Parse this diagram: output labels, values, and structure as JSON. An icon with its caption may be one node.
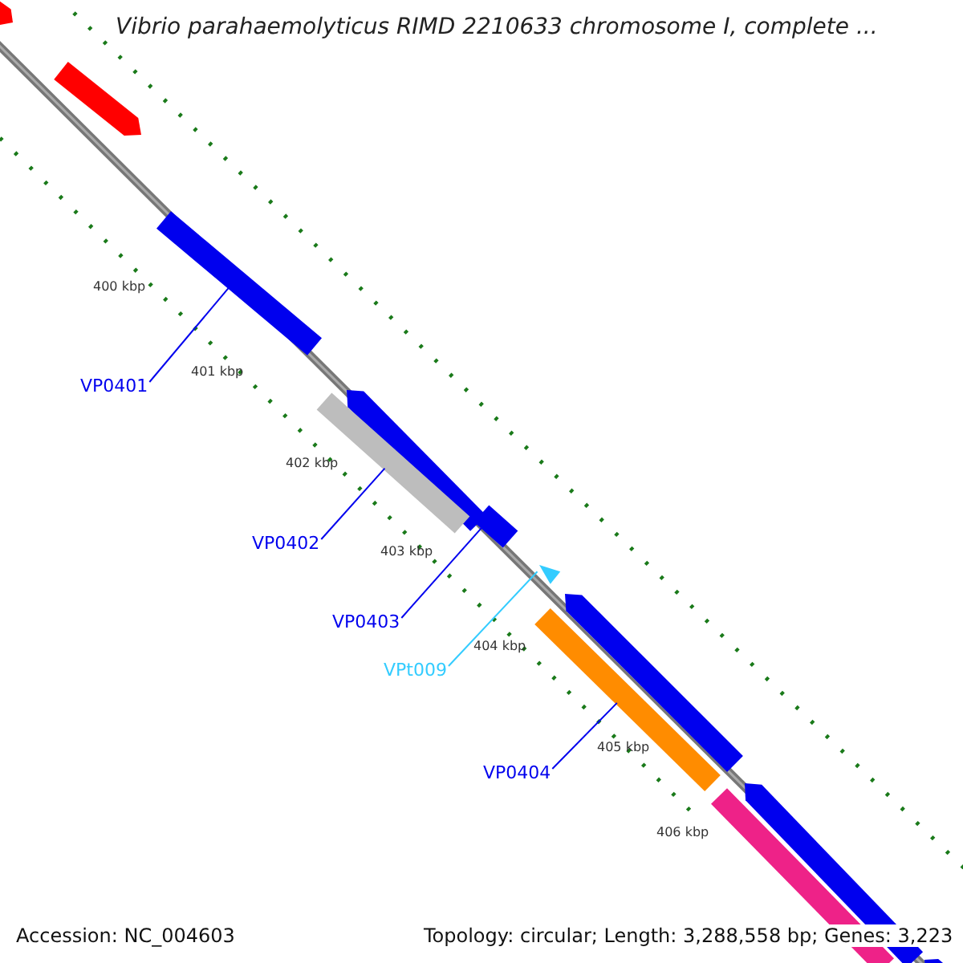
{
  "diagram": {
    "title": "Vibrio parahaemolyticus RIMD 2210633 chromosome I, complete ...",
    "nodes": [
      {
        "text": [],
        "shape": "arrow"
      },
      {
        "text": [],
        "shape": "arrow"
      },
      {
        "text": [],
        "shape": "bar"
      },
      {
        "text": [
          "VP0401"
        ]
      },
      {
        "text": [],
        "shape": "arrow"
      },
      {
        "text": [],
        "shape": "bar"
      },
      {
        "text": [
          "VP0402"
        ]
      },
      {
        "text": [],
        "shape": "bar"
      },
      {
        "text": [
          "VP0403"
        ]
      },
      {
        "text": [],
        "shape": "triangle"
      },
      {
        "text": [
          "VPt009"
        ]
      },
      {
        "text": [],
        "shape": "arrow"
      },
      {
        "text": [],
        "shape": "bar"
      },
      {
        "text": [
          "VP0404"
        ]
      },
      {
        "text": [],
        "shape": "bar"
      },
      {
        "text": [],
        "shape": "arrow"
      },
      {
        "text": [],
        "shape": "arrow"
      }
    ],
    "edges": [
      {
        "from": 3,
        "to": 2,
        "arrow": "none"
      },
      {
        "from": 6,
        "to": 5,
        "arrow": "none"
      },
      {
        "from": 8,
        "to": 7,
        "arrow": "none"
      },
      {
        "from": 10,
        "to": 9,
        "arrow": "none",
        "color": "#33ccff"
      },
      {
        "from": 13,
        "to": 12,
        "arrow": "none"
      }
    ],
    "labels": [
      "400 kbp",
      "401 kbp",
      "402 kbp",
      "403 kbp",
      "404 kbp",
      "405 kbp",
      "406 kbp",
      "Accession: NC_004603",
      "Topology: circular; Length: 3,288,558 bp; Genes: 3,223"
    ]
  }
}
